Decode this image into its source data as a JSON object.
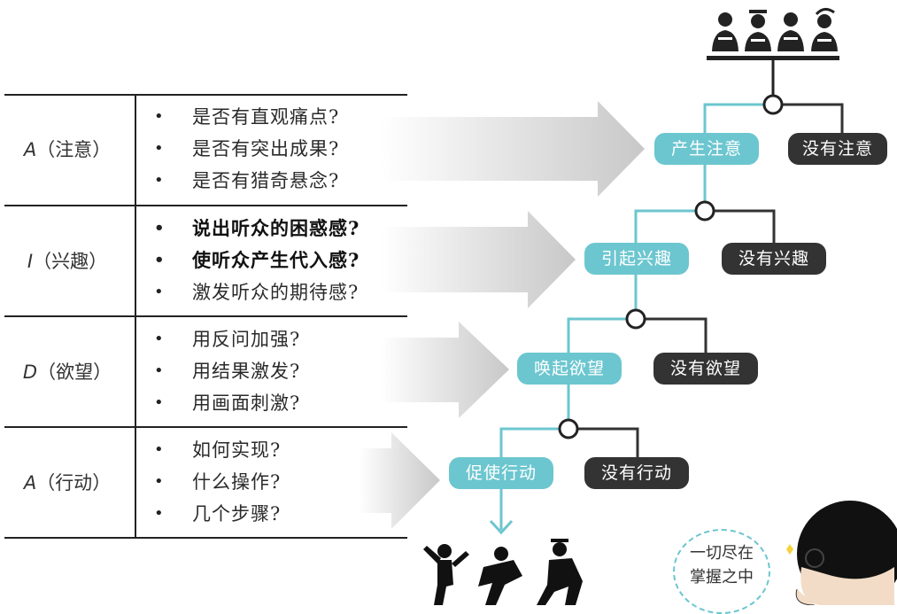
{
  "stages": [
    {
      "letter": "A",
      "name": "注意",
      "items": [
        "是否有直观痛点?",
        "是否有突出成果?",
        "是否有猎奇悬念?"
      ]
    },
    {
      "letter": "I",
      "name": "兴趣",
      "items": [
        "说出听众的困惑感?",
        "使听众产生代入感?",
        "激发听众的期待感?"
      ]
    },
    {
      "letter": "D",
      "name": "欲望",
      "items": [
        "用反问加强?",
        "用结果激发?",
        "用画面刺激?"
      ]
    },
    {
      "letter": "A",
      "name": "行动",
      "items": [
        "如何实现?",
        "什么操作?",
        "几个步骤?"
      ]
    }
  ],
  "flow": {
    "yes": [
      "产生注意",
      "引起兴趣",
      "唤起欲望",
      "促使行动"
    ],
    "no": [
      "没有注意",
      "没有兴趣",
      "没有欲望",
      "没有行动"
    ]
  },
  "speech_bubble": {
    "line1": "一切尽在",
    "line2": "掌握之中"
  },
  "colors": {
    "accent": "#6cc6cf",
    "dark": "#333333",
    "arrow_gray": "#c8c8c8"
  },
  "icons": [
    "audience-icon",
    "running-people-icon",
    "thinking-person-icon"
  ]
}
